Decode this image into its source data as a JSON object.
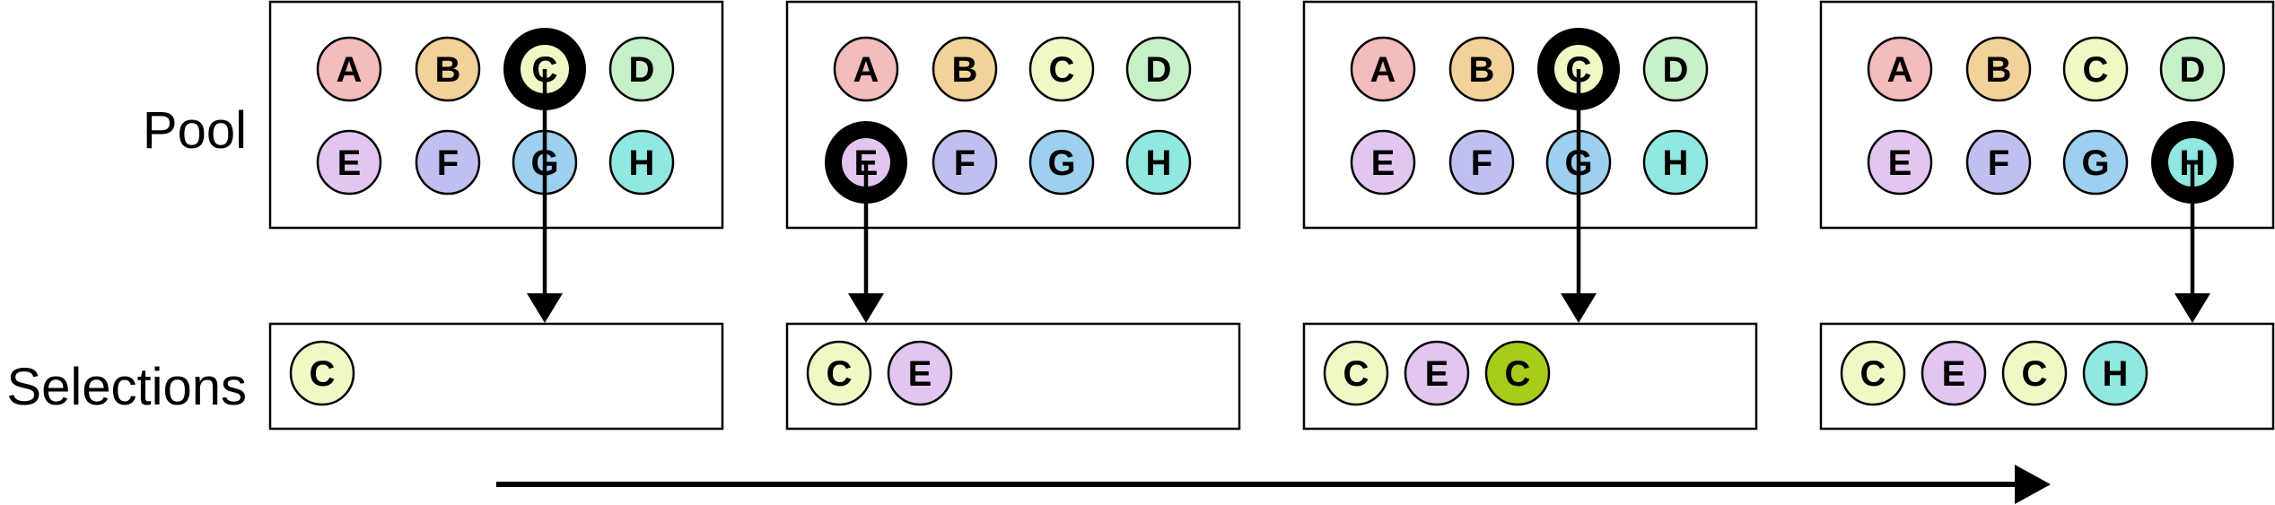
{
  "labels": {
    "pool": "Pool",
    "selections": "Selections"
  },
  "colors": {
    "A": "#f4bcbc",
    "B": "#f2d29a",
    "C": "#f2f7c6",
    "D": "#c8f0c8",
    "E": "#e2c6f0",
    "F": "#c0c0f0",
    "G": "#9cd0ee",
    "H": "#90e8e0",
    "C_highlight": "#a8cc1a",
    "stroke": "#000000"
  },
  "pool_letters": [
    [
      "A",
      "B",
      "C",
      "D"
    ],
    [
      "E",
      "F",
      "G",
      "H"
    ]
  ],
  "steps": [
    {
      "picked": "C",
      "selections": [
        {
          "letter": "C",
          "color_key": "C"
        }
      ]
    },
    {
      "picked": "E",
      "selections": [
        {
          "letter": "C",
          "color_key": "C"
        },
        {
          "letter": "E",
          "color_key": "E"
        }
      ]
    },
    {
      "picked": "C",
      "selections": [
        {
          "letter": "C",
          "color_key": "C"
        },
        {
          "letter": "E",
          "color_key": "E"
        },
        {
          "letter": "C",
          "color_key": "C_highlight"
        }
      ]
    },
    {
      "picked": "H",
      "selections": [
        {
          "letter": "C",
          "color_key": "C"
        },
        {
          "letter": "E",
          "color_key": "E"
        },
        {
          "letter": "C",
          "color_key": "C"
        },
        {
          "letter": "H",
          "color_key": "H"
        }
      ]
    }
  ],
  "time_arrow": {
    "direction": "right"
  }
}
